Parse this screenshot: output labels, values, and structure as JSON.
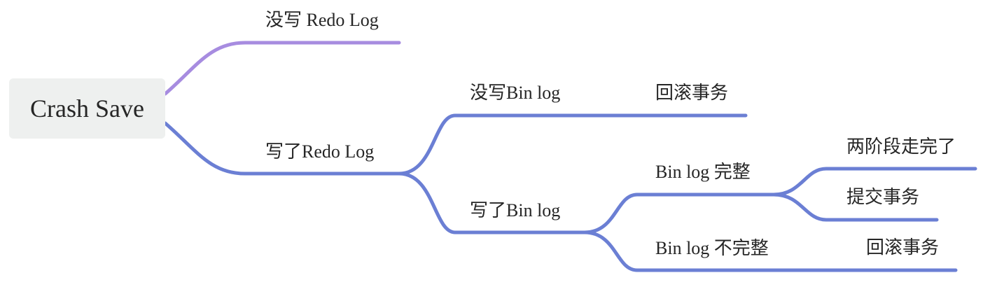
{
  "colors": {
    "purple_branch": "#a78ce0",
    "blue_branch": "#6b7fd4",
    "root_fill": "#eef0ef",
    "text": "#262626"
  },
  "root": {
    "label": "Crash Save"
  },
  "nodes": {
    "no_redo": "没写 Redo Log",
    "wrote_redo": "写了Redo Log",
    "no_binlog": "没写Bin log",
    "no_binlog_result": "回滚事务",
    "wrote_binlog": "写了Bin log",
    "binlog_complete": "Bin log 完整",
    "two_phase_done": "两阶段走完了",
    "commit_txn": "提交事务",
    "binlog_incomplete": "Bin log 不完整",
    "incomplete_result": "回滚事务"
  }
}
